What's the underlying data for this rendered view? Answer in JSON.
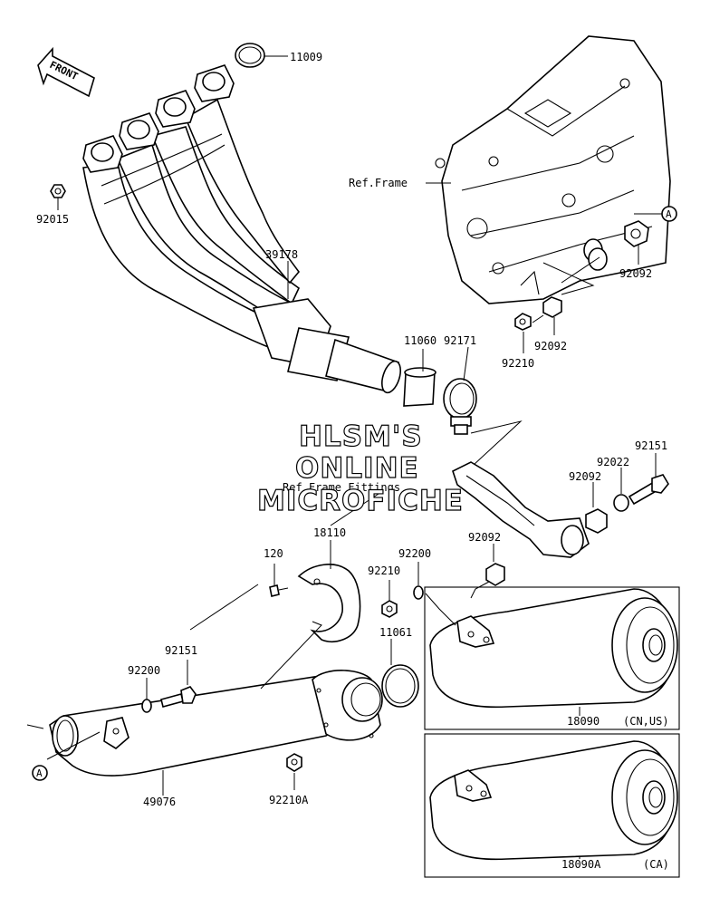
{
  "front_badge": "FRONT",
  "watermark": [
    "HLSM'S",
    "ONLINE",
    "MICROFICHE"
  ],
  "references": {
    "frame": "Ref.Frame",
    "frame_fittings": "Ref.Frame Fittings"
  },
  "circle_markers": [
    "A",
    "A"
  ],
  "part_labels": [
    {
      "id": "11009",
      "text": "11009"
    },
    {
      "id": "92015",
      "text": "92015"
    },
    {
      "id": "39178",
      "text": "39178"
    },
    {
      "id": "11060",
      "text": "11060"
    },
    {
      "id": "92171",
      "text": "92171"
    },
    {
      "id": "92092-a",
      "text": "92092"
    },
    {
      "id": "92092-b",
      "text": "92092"
    },
    {
      "id": "92210-a",
      "text": "92210"
    },
    {
      "id": "92151-a",
      "text": "92151"
    },
    {
      "id": "92022",
      "text": "92022"
    },
    {
      "id": "92092-c",
      "text": "92092"
    },
    {
      "id": "92092-d",
      "text": "92092"
    },
    {
      "id": "18110",
      "text": "18110"
    },
    {
      "id": "120",
      "text": "120"
    },
    {
      "id": "92200-a",
      "text": "92200"
    },
    {
      "id": "92210-b",
      "text": "92210"
    },
    {
      "id": "11061",
      "text": "11061"
    },
    {
      "id": "92151-b",
      "text": "92151"
    },
    {
      "id": "92200-b",
      "text": "92200"
    },
    {
      "id": "92210A",
      "text": "92210A"
    },
    {
      "id": "49076",
      "text": "49076"
    },
    {
      "id": "18090",
      "text": "18090"
    },
    {
      "id": "18090A",
      "text": "18090A"
    }
  ],
  "variant_notes": {
    "muffler_18090": "(CN,US)",
    "muffler_18090A": "(CA)"
  },
  "colors": {
    "line": "#000000",
    "background": "#ffffff"
  }
}
